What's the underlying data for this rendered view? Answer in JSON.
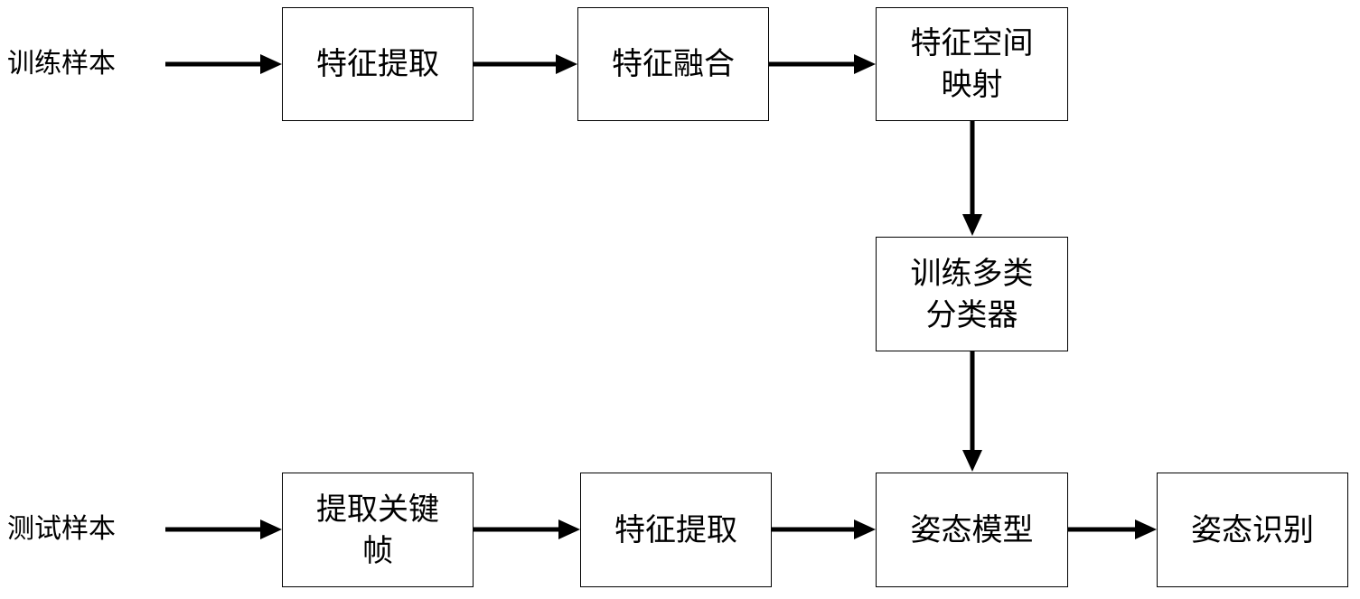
{
  "labels": {
    "train_samples": "训练样本",
    "test_samples": "测试样本"
  },
  "nodes": {
    "feature_extract_top": {
      "lines": [
        "特征提取"
      ]
    },
    "feature_fusion": {
      "lines": [
        "特征融合"
      ]
    },
    "feature_space_mapping": {
      "lines": [
        "特征空间",
        "映射"
      ]
    },
    "train_multiclass_classifier": {
      "lines": [
        "训练多类",
        "分类器"
      ]
    },
    "extract_key_frames": {
      "lines": [
        "提取关键",
        "帧"
      ]
    },
    "feature_extract_bottom": {
      "lines": [
        "特征提取"
      ]
    },
    "pose_model": {
      "lines": [
        "姿态模型"
      ]
    },
    "pose_recognition": {
      "lines": [
        "姿态识别"
      ]
    }
  },
  "edges": [
    {
      "from": "train_samples",
      "to": "feature_extract_top"
    },
    {
      "from": "feature_extract_top",
      "to": "feature_fusion"
    },
    {
      "from": "feature_fusion",
      "to": "feature_space_mapping"
    },
    {
      "from": "feature_space_mapping",
      "to": "train_multiclass_classifier"
    },
    {
      "from": "train_multiclass_classifier",
      "to": "pose_model"
    },
    {
      "from": "test_samples",
      "to": "extract_key_frames"
    },
    {
      "from": "extract_key_frames",
      "to": "feature_extract_bottom"
    },
    {
      "from": "feature_extract_bottom",
      "to": "pose_model"
    },
    {
      "from": "pose_model",
      "to": "pose_recognition"
    }
  ],
  "colors": {
    "stroke": "#000000",
    "background": "#ffffff"
  }
}
